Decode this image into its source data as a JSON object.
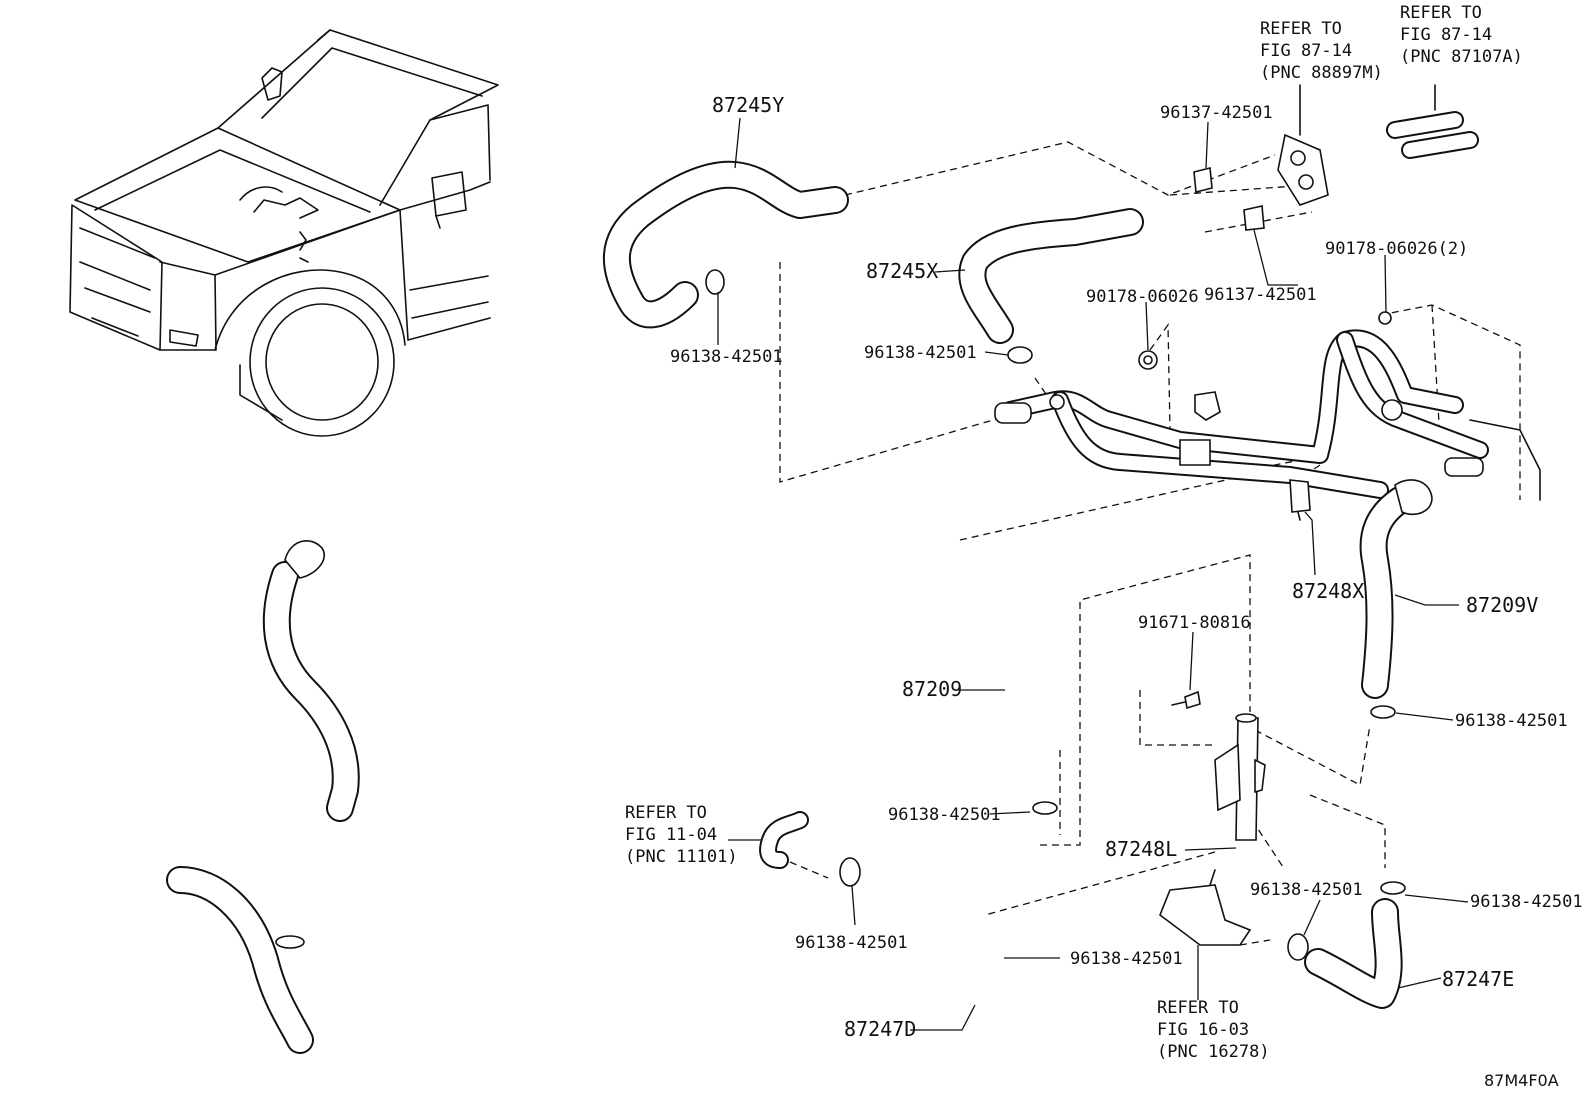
{
  "diagram_code": "87M4F0A",
  "labels": {
    "hose_87245Y": "87245Y",
    "hose_87245X": "87245X",
    "hose_87209": "87209",
    "hose_87209V": "87209V",
    "pipe_87248X": "87248X",
    "pipe_87248L": "87248L",
    "hose_87247D": "87247D",
    "hose_87247E": "87247E",
    "clip_96137_a": "96137-42501",
    "clip_96137_b": "96137-42501",
    "clamp_96138_a": "96138-42501",
    "clamp_96138_b": "96138-42501",
    "clamp_96138_c": "96138-42501",
    "clamp_96138_d": "96138-42501",
    "clamp_96138_e": "96138-42501",
    "clamp_96138_f": "96138-42501",
    "clamp_96138_g": "96138-42501",
    "clamp_96138_h": "96138-42501",
    "nut_90178_a": "90178-06026",
    "nut_90178_b": "90178-06026(2)",
    "bolt_91671": "91671-80816"
  },
  "references": {
    "ref_88897M": [
      "REFER TO",
      "FIG 87-14",
      "(PNC 88897M)"
    ],
    "ref_87107A": [
      "REFER TO",
      "FIG 87-14",
      "(PNC 87107A)"
    ],
    "ref_11101": [
      "REFER TO",
      "FIG 11-04",
      "(PNC 11101)"
    ],
    "ref_16278": [
      "REFER TO",
      "FIG 16-03",
      "(PNC 16278)"
    ]
  }
}
